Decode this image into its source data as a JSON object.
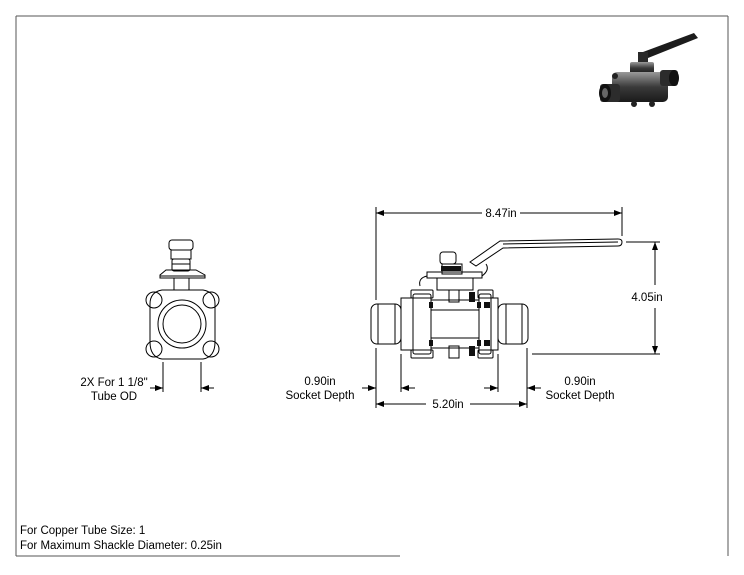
{
  "drawing": {
    "dimensions": {
      "overall_length": "8.47in",
      "overall_height": "4.05in",
      "body_length": "5.20in",
      "left_socket_value": "0.90in",
      "left_socket_label": "Socket Depth",
      "right_socket_value": "0.90in",
      "right_socket_label": "Socket Depth",
      "tube_callout_line1": "2X For 1 1/8\"",
      "tube_callout_line2": "Tube OD"
    },
    "notes": {
      "copper_tube_size": "For Copper Tube Size: 1",
      "shackle_diameter": "For Maximum Shackle Diameter: 0.25in"
    }
  }
}
